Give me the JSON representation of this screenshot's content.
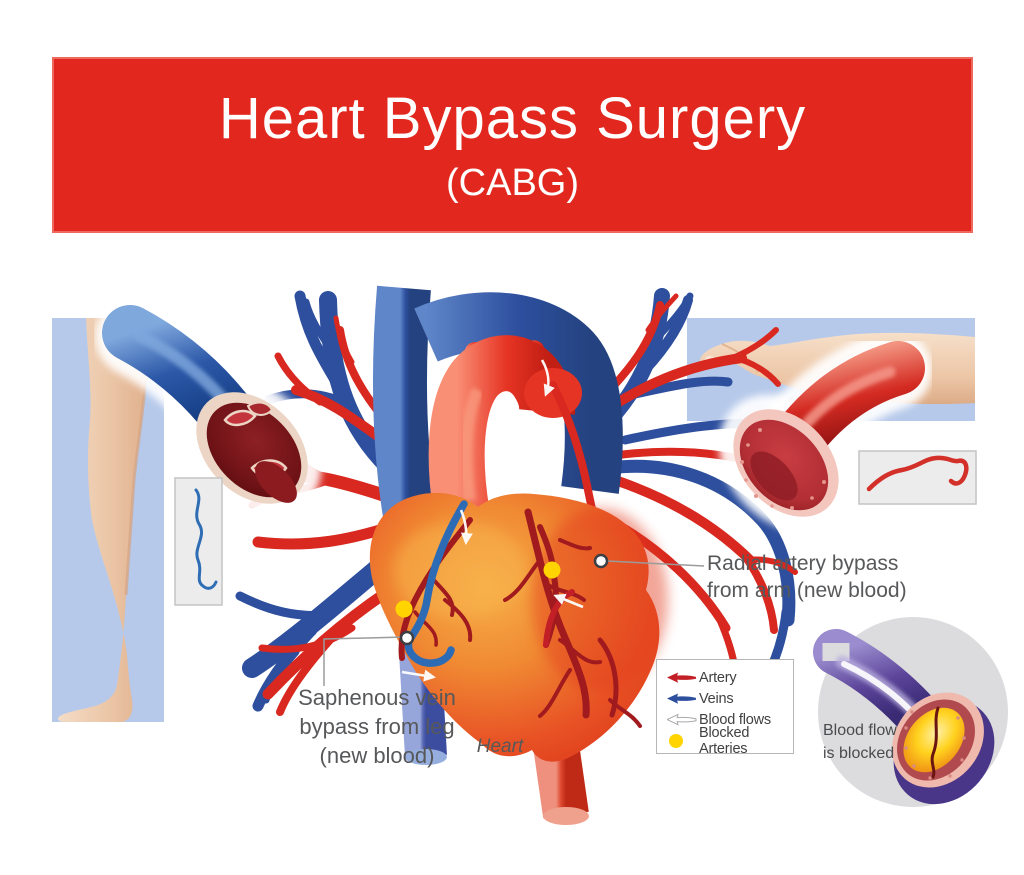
{
  "banner": {
    "title": "Heart Bypass Surgery",
    "subtitle": "(CABG)",
    "background": "#e2281e",
    "text_color": "#ffffff"
  },
  "labels": {
    "saphenous_graft": "Saphenous vein\nbypass from leg\n(new blood)",
    "radial_graft": "Radial artery bypass\nfrom arm (new blood)",
    "heart": "Heart",
    "inset_caption": "Blood flow\nis blocked"
  },
  "legend": {
    "items": [
      {
        "icon": "artery-arrow-icon",
        "label": "Artery",
        "color": "#c22026"
      },
      {
        "icon": "veins-arrow-icon",
        "label": "Veins",
        "color": "#2d4f9e"
      },
      {
        "icon": "blood-flows-arrow-icon",
        "label": "Blood flows",
        "color": "#ffffff"
      },
      {
        "icon": "blocked-arteries-dot-icon",
        "label": "Blocked Arteries",
        "color": "#ffd400"
      }
    ]
  },
  "colors": {
    "banner_red": "#e2281e",
    "panel_blue": "#b6c9ea",
    "artery_red": "#d8281f",
    "vein_blue": "#2d4f9e",
    "heart_orange": "#ee7a2e",
    "coronary_dark_red": "#a01a1e",
    "blocked_yellow": "#ffd400",
    "inset_artery_purple": "#5b4499",
    "inset_circle_gray": "#dcdcde",
    "sample_box_gray": "#ececec",
    "label_text_gray": "#57585a",
    "skin_tone": "#eec9ae"
  }
}
